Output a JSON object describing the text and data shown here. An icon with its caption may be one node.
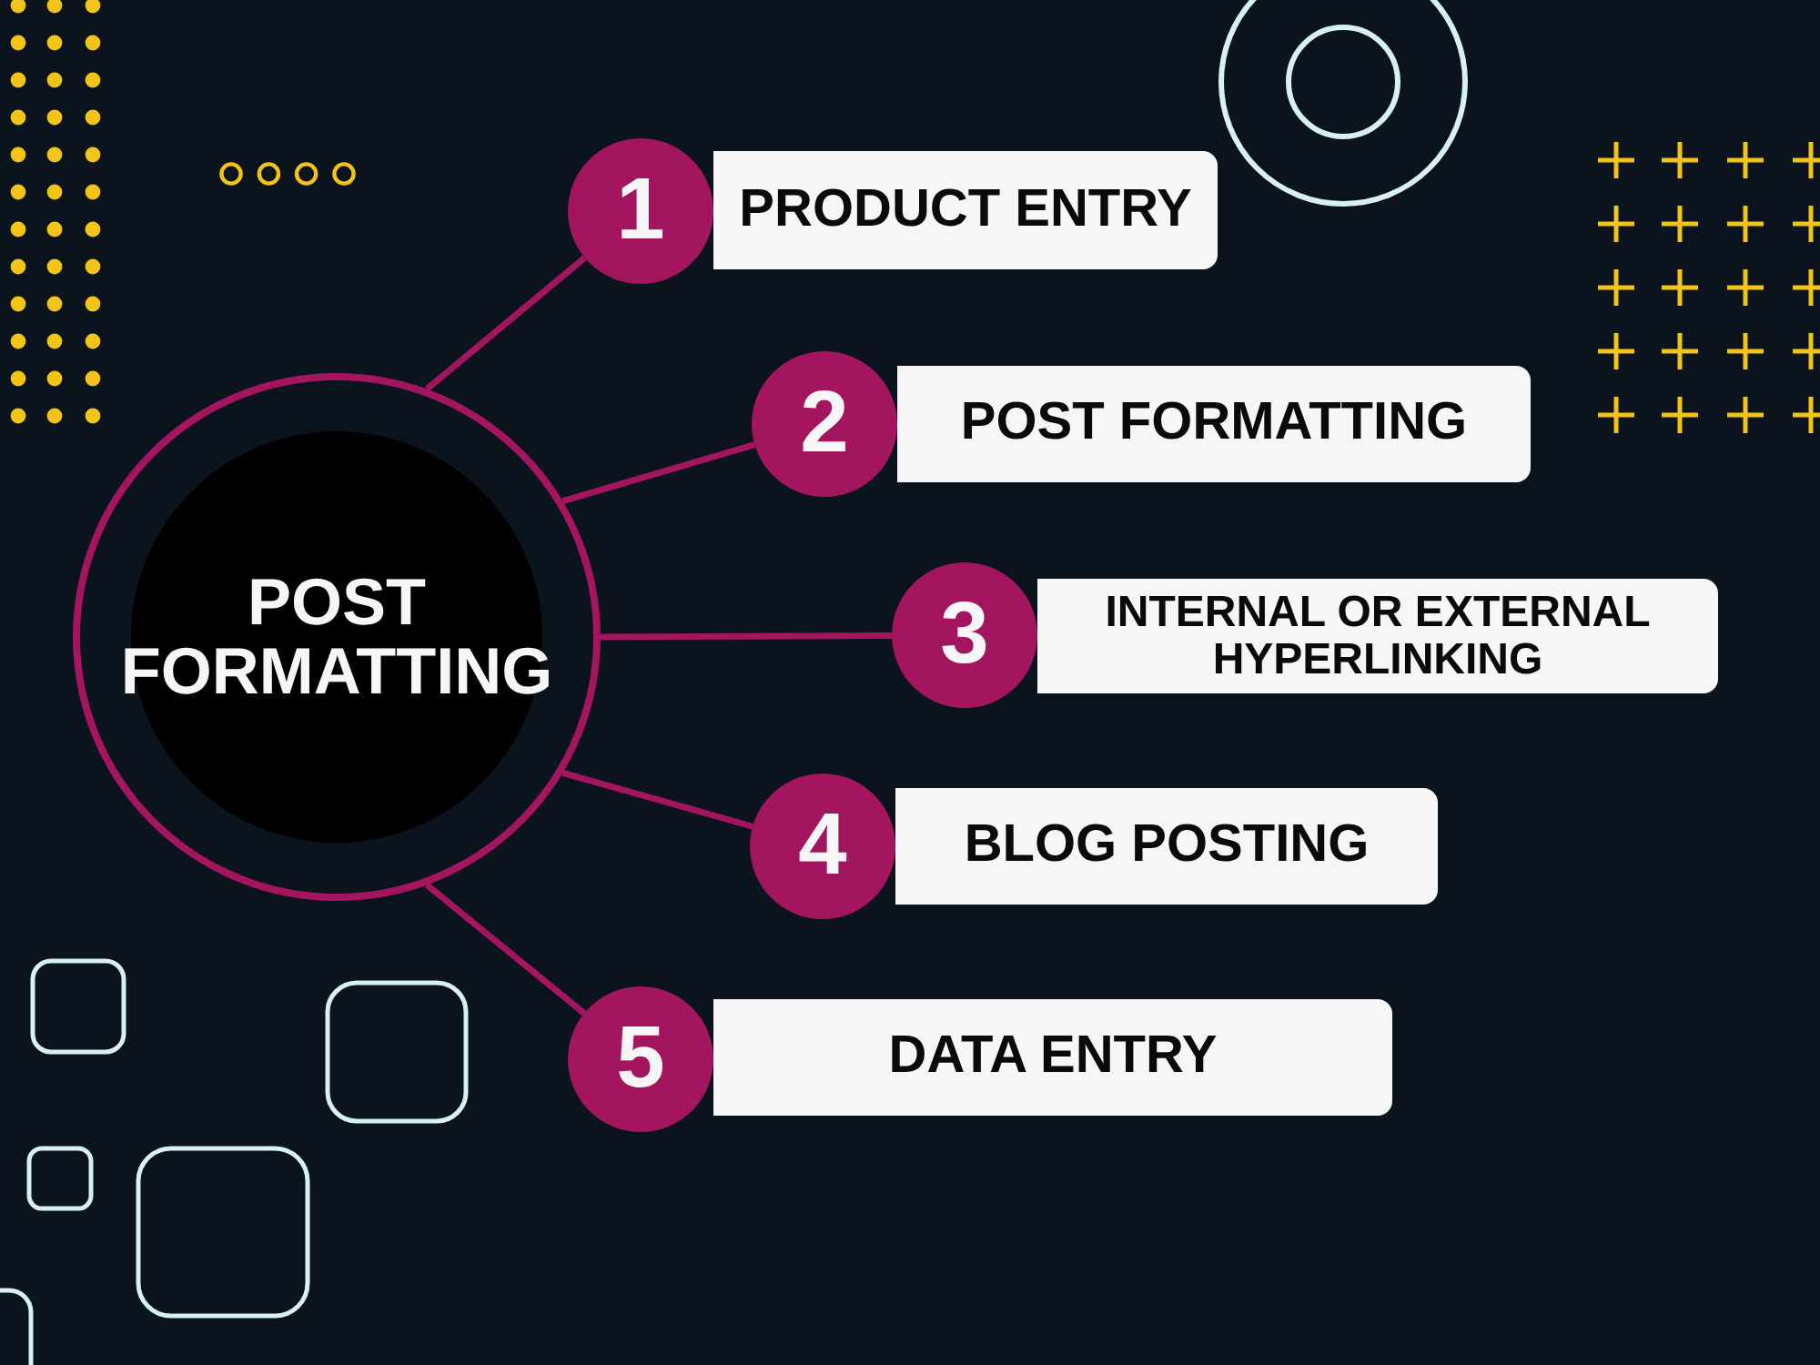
{
  "diagram": {
    "nodes": [
      {
        "text": [
          "POST FORMATTING"
        ]
      },
      {
        "text": [
          "1"
        ]
      },
      {
        "text": [
          "PRODUCT ENTRY"
        ]
      },
      {
        "text": [
          "2"
        ]
      },
      {
        "text": [
          "POST FORMATTING"
        ]
      },
      {
        "text": [
          "3"
        ]
      },
      {
        "text": [
          "INTERNAL OR EXTERNAL HYPERLINKING"
        ]
      },
      {
        "text": [
          "4"
        ]
      },
      {
        "text": [
          "BLOG POSTING"
        ]
      },
      {
        "text": [
          "5"
        ]
      },
      {
        "text": [
          "DATA ENTRY"
        ]
      }
    ],
    "edges": [
      {
        "from": 0,
        "to": 1,
        "arrow": "none"
      },
      {
        "from": 0,
        "to": 3,
        "arrow": "none"
      },
      {
        "from": 0,
        "to": 5,
        "arrow": "none"
      },
      {
        "from": 0,
        "to": 7,
        "arrow": "none"
      },
      {
        "from": 0,
        "to": 9,
        "arrow": "none"
      }
    ]
  }
}
